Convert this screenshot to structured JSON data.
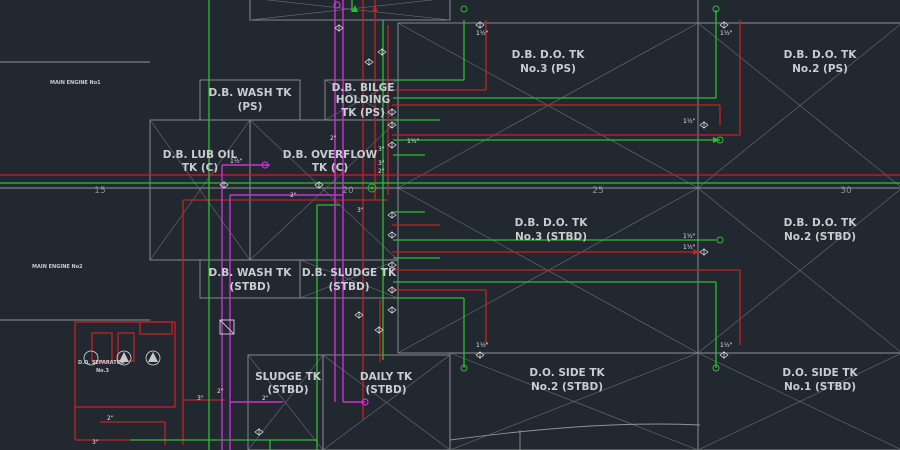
{
  "tanks": [
    {
      "id": "db-wash-tk-ps",
      "lines": [
        "D.B. WASH TK",
        "(PS)"
      ]
    },
    {
      "id": "db-bilge-holding-tk-ps",
      "lines": [
        "D.B. BILGE",
        "HOLDING",
        "TK (PS)"
      ]
    },
    {
      "id": "db-do-tk-no3-ps",
      "lines": [
        "D.B. D.O. TK",
        "No.3 (PS)"
      ]
    },
    {
      "id": "db-do-tk-no2-ps",
      "lines": [
        "D.B. D.O. TK",
        "No.2 (PS)"
      ]
    },
    {
      "id": "db-lub-oil-tk-c",
      "lines": [
        "D.B. LUB OIL",
        "TK (C)"
      ]
    },
    {
      "id": "db-overflow-tk-c",
      "lines": [
        "D.B. OVERFLOW",
        "TK (C)"
      ]
    },
    {
      "id": "db-do-tk-no3-stbd",
      "lines": [
        "D.B. D.O. TK",
        "No.3 (STBD)"
      ]
    },
    {
      "id": "db-do-tk-no2-stbd",
      "lines": [
        "D.B. D.O. TK",
        "No.2 (STBD)"
      ]
    },
    {
      "id": "db-wash-tk-stbd",
      "lines": [
        "D.B. WASH TK",
        "(STBD)"
      ]
    },
    {
      "id": "db-sludge-tk-stbd",
      "lines": [
        "D.B. SLUDGE TK",
        "(STBD)"
      ]
    },
    {
      "id": "sludge-tk-stbd",
      "lines": [
        "SLUDGE TK",
        "(STBD)"
      ]
    },
    {
      "id": "daily-tk",
      "lines": [
        "DAILY TK",
        "(STBD)"
      ]
    },
    {
      "id": "do-side-tk-no2",
      "lines": [
        "D.O. SIDE TK",
        "No.2 (STBD)"
      ]
    },
    {
      "id": "do-side-tk-no1",
      "lines": [
        "D.O. SIDE TK",
        "No.1 (STBD)"
      ]
    }
  ],
  "engines": [
    "MAIN ENGINE No1",
    "MAIN ENGINE No2"
  ],
  "frames": [
    "15",
    "20",
    "25",
    "30"
  ],
  "pipe_sizes": {
    "s1": "1½\"",
    "s2": "1½\"",
    "s3": "1½\"",
    "s4": "1½\"",
    "s5": "1½\"",
    "s6": "1½\"",
    "s7": "1½\"",
    "s8": "1½\"",
    "s9": "1½\"",
    "s10": "2\"",
    "s11": "2\"",
    "s12": "3\"",
    "s13": "2\"",
    "s14": "3\"",
    "s15": "3\"",
    "s16": "2\"",
    "s17": "2\"",
    "s18": "3\"",
    "s19": "2\"",
    "s20": "3\""
  },
  "separator_label": "D.O. SEPARATOR",
  "separator_sub": "No.3",
  "colors": {
    "background": "#212830",
    "green": "#2fbd2f",
    "red": "#c42222",
    "magenta": "#d22fd2",
    "outline": "#8e9398"
  }
}
